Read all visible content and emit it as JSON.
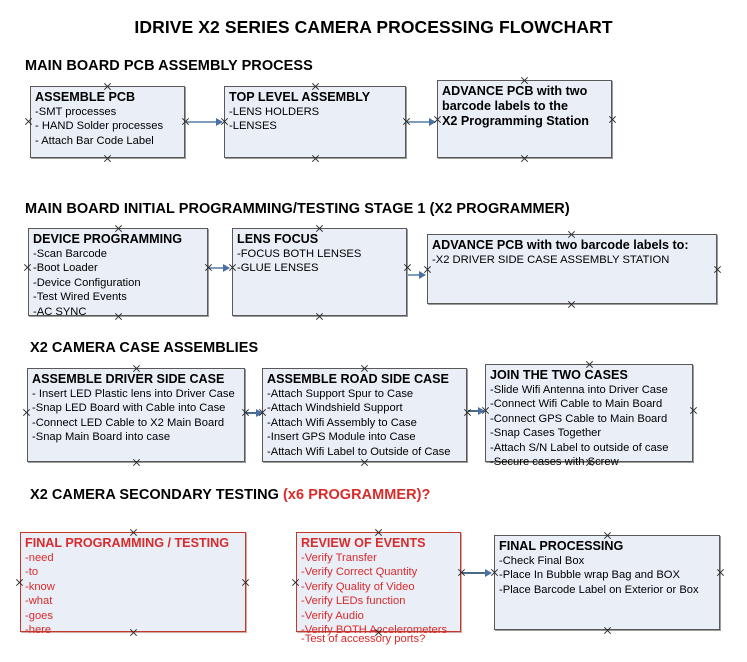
{
  "document": {
    "title": "IDRIVE X2  SERIES CAMERA PROCESSING FLOWCHART"
  },
  "colors": {
    "box_fill": "#e9eef7",
    "box_border": "#595959",
    "red_accent": "#d92b2b",
    "connector": "#7f9dbe",
    "arrow": "#4a6fa5"
  },
  "sections": [
    {
      "id": "main-board-pcb-assembly",
      "heading": "MAIN BOARD PCB ASSEMBLY PROCESS",
      "heading_accent": "",
      "boxes": [
        {
          "id": "assemble-pcb",
          "title": "ASSEMBLE PCB",
          "lines": [
            "-SMT processes",
            "- HAND Solder processes",
            "- Attach Bar Code Label"
          ]
        },
        {
          "id": "top-level-assembly",
          "title": "TOP LEVEL ASSEMBLY",
          "lines": [
            "-LENS HOLDERS",
            "-LENSES"
          ]
        },
        {
          "id": "advance-pcb-programming-station",
          "title": "ADVANCE PCB with two",
          "lines": [
            "barcode labels to the",
            " X2 Programming Station"
          ]
        }
      ]
    },
    {
      "id": "main-board-initial-programming",
      "heading": "MAIN BOARD INITIAL PROGRAMMING/TESTING STAGE 1 (X2 PROGRAMMER)",
      "heading_accent": "",
      "boxes": [
        {
          "id": "device-programming",
          "title": "DEVICE PROGRAMMING",
          "lines": [
            "-Scan Barcode",
            "-Boot Loader",
            "-Device Configuration",
            "-Test Wired Events",
            "-AC SYNC"
          ]
        },
        {
          "id": "lens-focus",
          "title": "LENS FOCUS",
          "lines": [
            "-FOCUS BOTH LENSES",
            "-GLUE LENSES"
          ]
        },
        {
          "id": "advance-pcb-driver-side-case",
          "title": "ADVANCE PCB with two barcode labels to:",
          "lines": [
            "-X2 DRIVER  SIDE  CASE  ASSEMBLY STATION"
          ]
        }
      ]
    },
    {
      "id": "x2-camera-case-assemblies",
      "heading": "X2 CAMERA CASE ASSEMBLIES",
      "heading_accent": "",
      "boxes": [
        {
          "id": "assemble-driver-side-case",
          "title": "ASSEMBLE DRIVER SIDE CASE",
          "lines": [
            "- Insert LED Plastic lens into Driver Case",
            "-Snap LED Board with Cable into Case",
            "-Connect LED Cable to X2 Main Board",
            "-Snap Main Board into case"
          ]
        },
        {
          "id": "assemble-road-side-case",
          "title": "ASSEMBLE ROAD SIDE CASE",
          "lines": [
            "-Attach Support Spur to Case",
            "-Attach Windshield Support",
            "-Attach Wifi Assembly to Case",
            "-Insert GPS Module into Case",
            "-Attach Wifi Label to Outside of Case"
          ]
        },
        {
          "id": "join-the-two-cases",
          "title": "JOIN THE TWO CASES",
          "lines": [
            "-Slide Wifi Antenna into Driver Case",
            "-Connect Wifi Cable to Main Board",
            "-Connect GPS Cable to Main Board",
            "-Snap Cases Together",
            "-Attach S/N Label to outside of case",
            "-Secure cases with Screw"
          ]
        }
      ]
    },
    {
      "id": "x2-camera-secondary-testing",
      "heading": "X2 CAMERA SECONDARY TESTING ",
      "heading_accent": "(x6 PROGRAMMER)?",
      "boxes": [
        {
          "id": "final-programming-testing",
          "title": "FINAL PROGRAMMING / TESTING",
          "style": "red",
          "lines": [
            "-need",
            "-to",
            "-know",
            "-what",
            "-goes",
            "-here"
          ]
        },
        {
          "id": "review-of-events",
          "title": "REVIEW OF EVENTS",
          "style": "red",
          "lines": [
            "-Verify Transfer",
            "-Verify Correct Quantity",
            "-Verify Quality of Video",
            "-Verify LEDs function",
            "-Verify Audio",
            "-Verify BOTH Accelerometers"
          ],
          "overflow_line": "-Test of accessory ports?"
        },
        {
          "id": "final-processing",
          "title": "FINAL PROCESSING",
          "lines": [
            " -Check Final Box",
            "-Place In Bubble wrap Bag and BOX",
            "-Place Barcode Label on Exterior or Box"
          ]
        }
      ]
    }
  ]
}
